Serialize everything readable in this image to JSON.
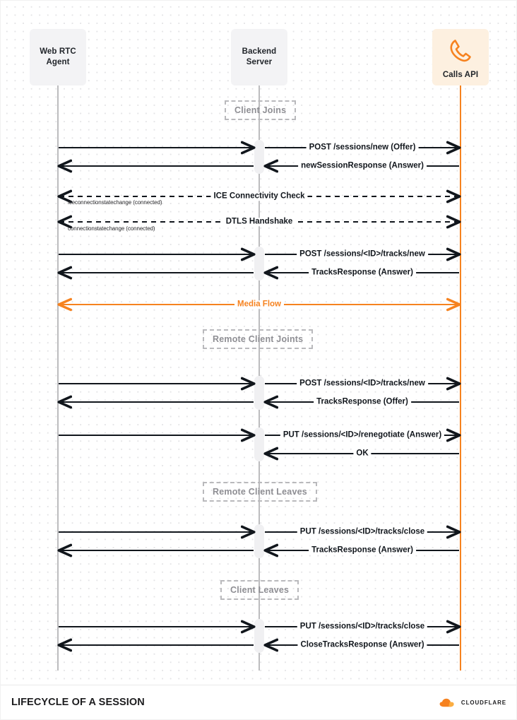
{
  "diagram": {
    "title": "LIFECYCLE OF A SESSION",
    "brand": "CLOUDFLARE",
    "colors": {
      "accent": "#f6821f",
      "lifeline": "#bcbcbe",
      "arrow": "#11161c",
      "section_border": "#b9b9bc",
      "section_text": "#8e8e93",
      "actor_grey_bg": "#f3f3f5",
      "actor_cream_bg": "#fdf0e0",
      "activation_bg": "#f0f0f2"
    },
    "actors": [
      {
        "id": "agent",
        "label": "Web RTC\nAgent",
        "line1": "Web RTC",
        "line2": "Agent",
        "icon": "none",
        "style": "grey"
      },
      {
        "id": "backend",
        "label": "Backend\nServer",
        "line1": "Backend",
        "line2": "Server",
        "icon": "none",
        "style": "grey"
      },
      {
        "id": "calls",
        "label": "Calls API",
        "line1": "Calls API",
        "line2": "",
        "icon": "phone-icon",
        "style": "cream"
      }
    ],
    "sections": [
      {
        "id": "client-joins",
        "label": "Client Joins"
      },
      {
        "id": "remote-client-joints",
        "label": "Remote Client Joints"
      },
      {
        "id": "remote-client-leaves",
        "label": "Remote Client Leaves"
      },
      {
        "id": "client-leaves",
        "label": "Client Leaves"
      }
    ],
    "messages": [
      {
        "id": "m1",
        "label": "POST /sessions/new (Offer)",
        "sub": "",
        "from": "backend",
        "to": "calls",
        "style": "solid",
        "color": "dark",
        "direction": "right"
      },
      {
        "id": "m2",
        "label": "newSessionResponse (Answer)",
        "sub": "",
        "from": "calls",
        "to": "backend",
        "style": "solid",
        "color": "dark",
        "direction": "left"
      },
      {
        "id": "m3",
        "label": "ICE Connectivity Check",
        "sub": "iceconnectionstatechange (connected)",
        "from": "agent",
        "to": "calls",
        "style": "dashed",
        "color": "dark",
        "direction": "both"
      },
      {
        "id": "m4",
        "label": "DTLS Handshake",
        "sub": "connectionstatechange (connected)",
        "from": "agent",
        "to": "calls",
        "style": "dashed",
        "color": "dark",
        "direction": "both"
      },
      {
        "id": "m5",
        "label": "POST /sessions/<ID>/tracks/new",
        "sub": "",
        "from": "backend",
        "to": "calls",
        "style": "solid",
        "color": "dark",
        "direction": "right"
      },
      {
        "id": "m6",
        "label": "TracksResponse (Answer)",
        "sub": "",
        "from": "calls",
        "to": "backend",
        "style": "solid",
        "color": "dark",
        "direction": "left"
      },
      {
        "id": "m7",
        "label": "Media Flow",
        "sub": "",
        "from": "agent",
        "to": "calls",
        "style": "solid",
        "color": "orange",
        "direction": "both"
      },
      {
        "id": "m8",
        "label": "POST /sessions/<ID>/tracks/new",
        "sub": "",
        "from": "backend",
        "to": "calls",
        "style": "solid",
        "color": "dark",
        "direction": "right"
      },
      {
        "id": "m9",
        "label": "TracksResponse (Offer)",
        "sub": "",
        "from": "calls",
        "to": "backend",
        "style": "solid",
        "color": "dark",
        "direction": "left"
      },
      {
        "id": "m10",
        "label": "PUT /sessions/<ID>/renegotiate (Answer)",
        "sub": "",
        "from": "backend",
        "to": "calls",
        "style": "solid",
        "color": "dark",
        "direction": "right"
      },
      {
        "id": "m11",
        "label": "OK",
        "sub": "",
        "from": "calls",
        "to": "backend",
        "style": "solid",
        "color": "dark",
        "direction": "left"
      },
      {
        "id": "m12",
        "label": "PUT /sessions/<ID>/tracks/close",
        "sub": "",
        "from": "backend",
        "to": "calls",
        "style": "solid",
        "color": "dark",
        "direction": "right"
      },
      {
        "id": "m13",
        "label": "TracksResponse (Answer)",
        "sub": "",
        "from": "calls",
        "to": "backend",
        "style": "solid",
        "color": "dark",
        "direction": "left"
      },
      {
        "id": "m14",
        "label": "PUT /sessions/<ID>/tracks/close",
        "sub": "",
        "from": "backend",
        "to": "calls",
        "style": "solid",
        "color": "dark",
        "direction": "right"
      },
      {
        "id": "m15",
        "label": "CloseTracksResponse (Answer)",
        "sub": "",
        "from": "calls",
        "to": "backend",
        "style": "solid",
        "color": "dark",
        "direction": "left"
      }
    ]
  }
}
